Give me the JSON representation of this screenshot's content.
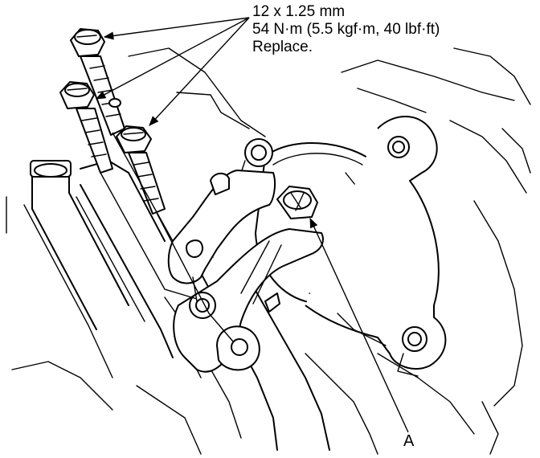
{
  "callout": {
    "line1": "12 x 1.25 mm",
    "line2": "54 N·m (5.5 kgf·m, 40 lbf·ft)",
    "line3": "Replace."
  },
  "labels": {
    "a": "A"
  },
  "colors": {
    "ink": "#000000",
    "paper": "#ffffff"
  }
}
